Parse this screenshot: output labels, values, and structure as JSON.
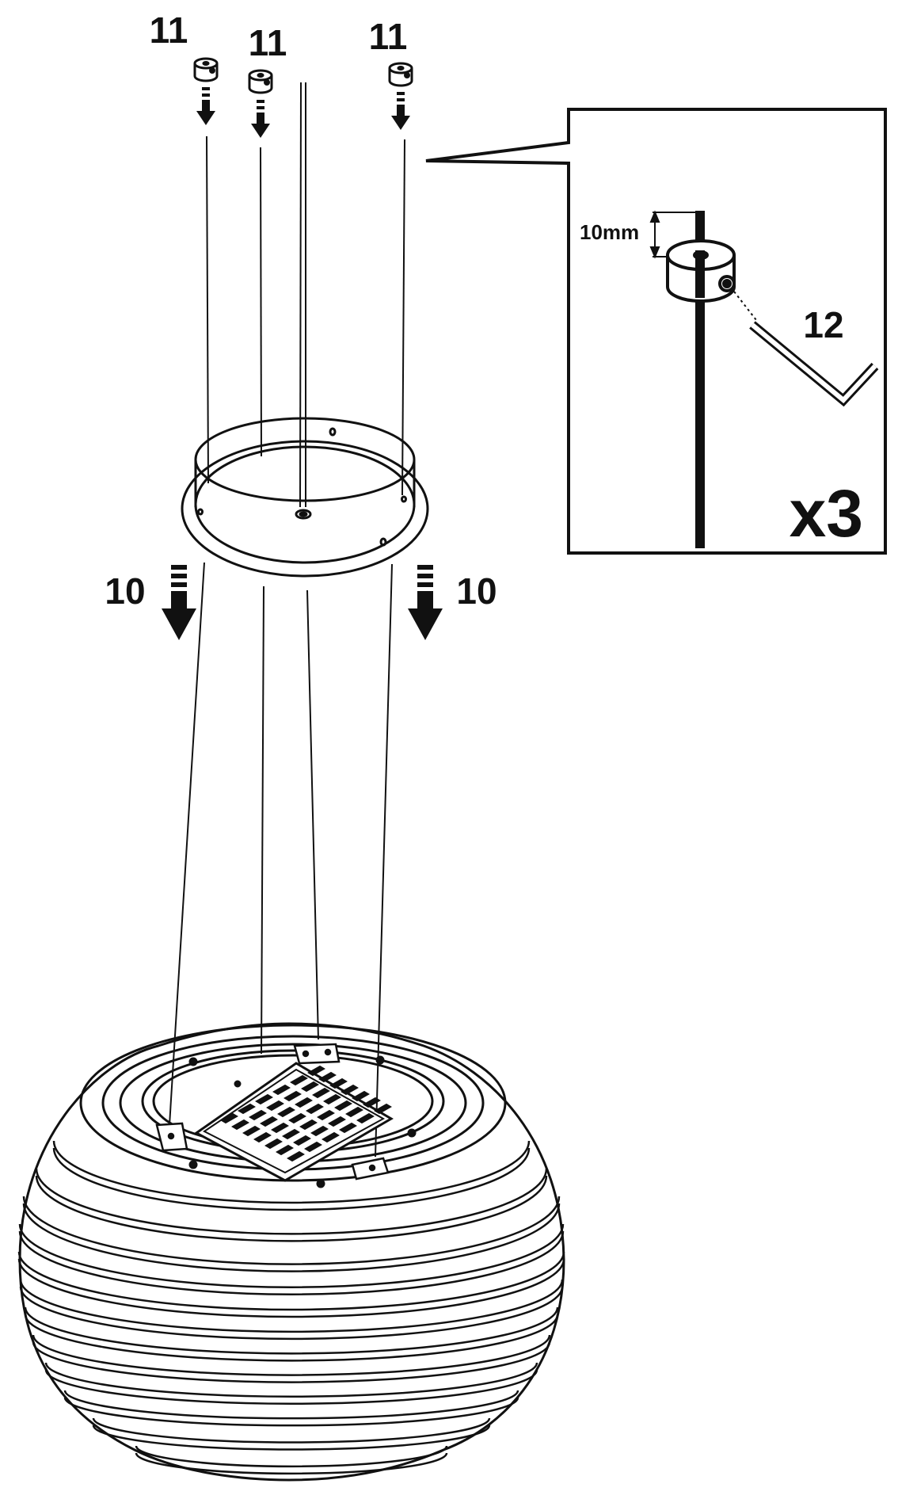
{
  "labels": {
    "collar_part_number": "11",
    "ring_part_number": "10",
    "tool_part_number": "12",
    "quantity": "x3",
    "offset": "10mm"
  },
  "colors": {
    "ink": "#111111",
    "background": "#ffffff"
  }
}
